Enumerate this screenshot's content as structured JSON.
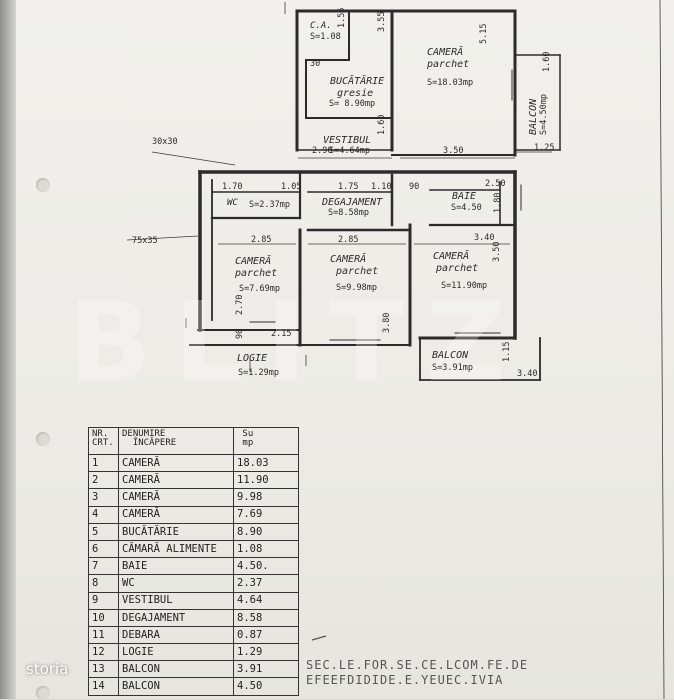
{
  "watermark": "BLITZ",
  "logo": "storia",
  "plan": {
    "rooms": {
      "ca": {
        "name": "C.A.",
        "area": "S=1.08"
      },
      "bucatarie": {
        "name": "BUCĂTĂRIE",
        "floor": "gresie",
        "area": "S= 8.90mp"
      },
      "camera1": {
        "name": "CAMERĂ",
        "floor": "parchet",
        "area": "S=18.03mp"
      },
      "balcon_right": {
        "name": "BALCON",
        "area": "S=4.50mp"
      },
      "vestibul": {
        "name": "VESTIBUL",
        "area": "S=4.64mp"
      },
      "wc": {
        "name": "WC",
        "area": "S=2.37mp"
      },
      "degajament": {
        "name": "DEGAJAMENT",
        "area": "S=8.58mp"
      },
      "baie": {
        "name": "BAIE",
        "area": "S=4.50"
      },
      "camera4": {
        "name": "CAMERĂ",
        "floor": "parchet",
        "area": "S=7.69mp"
      },
      "camera3": {
        "name": "CAMERĂ",
        "floor": "parchet",
        "area": "S=9.98mp"
      },
      "camera2": {
        "name": "CAMERĂ",
        "floor": "parchet",
        "area": "S=11.90mp"
      },
      "logie": {
        "name": "LOGIE",
        "area": "S=1.29mp"
      },
      "balcon_bottom": {
        "name": "BALCON",
        "area": "S=3.91mp"
      }
    },
    "dims": {
      "d155": "1.55",
      "d355": "3.55",
      "d30": "30",
      "d160a": "1.60",
      "d515": "5.15",
      "d160b": "1.60",
      "d125": "1.25",
      "d30x30": "30x30",
      "d290": "2.90",
      "d350": "3.50",
      "d170": "1.70",
      "d105": "1.05",
      "d175": "1.75",
      "d110": "1.10",
      "d90": "90",
      "d250": "2.50",
      "d180": "1.80",
      "d75x35": "75x35",
      "d285a": "2.85",
      "d285b": "2.85",
      "d340": "3.40",
      "d350b": "3.50",
      "d270": "2.70",
      "d90b": "90",
      "d215": "2.15",
      "d380": "3.80",
      "d115": "1.15",
      "d3_40": "3.40"
    }
  },
  "table": {
    "header": {
      "nr": "NR.",
      "crt": "CRT.",
      "name1": "DENUMIRE",
      "name2": "ÎNCĂPERE",
      "su": "Su",
      "mp": "mp"
    },
    "rows": [
      {
        "nr": "1",
        "name": "CAMERĂ",
        "area": "18.03"
      },
      {
        "nr": "2",
        "name": "CAMERĂ",
        "area": "11.90"
      },
      {
        "nr": "3",
        "name": "CAMERĂ",
        "area": "9.98"
      },
      {
        "nr": "4",
        "name": "CAMERĂ",
        "area": "7.69"
      },
      {
        "nr": "5",
        "name": "BUCĂTĂRIE",
        "area": "8.90"
      },
      {
        "nr": "6",
        "name": "CĂMARĂ ALIMENTE",
        "area": "1.08"
      },
      {
        "nr": "7",
        "name": "BAIE",
        "area": "4.50."
      },
      {
        "nr": "8",
        "name": "WC",
        "area": "2.37"
      },
      {
        "nr": "9",
        "name": "VESTIBUL",
        "area": "4.64"
      },
      {
        "nr": "10",
        "name": "DEGAJAMENT",
        "area": "8.58"
      },
      {
        "nr": "11",
        "name": "DEBARA",
        "area": "0.87"
      },
      {
        "nr": "12",
        "name": "LOGIE",
        "area": "1.29"
      },
      {
        "nr": "13",
        "name": "BALCON",
        "area": "3.91"
      },
      {
        "nr": "14",
        "name": "BALCON",
        "area": "4.50"
      }
    ]
  },
  "scribble": {
    "line1": "SEC.LE.FOR.SE.CE.LCOM.FE.DE",
    "line2": "EFEEFDIDIDE.E.YEUEC.IVIA"
  }
}
